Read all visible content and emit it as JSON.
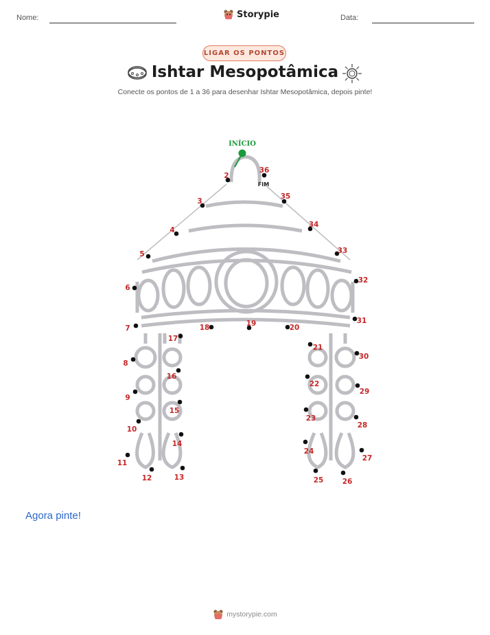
{
  "header": {
    "name_label": "Nome:",
    "date_label": "Data:",
    "brand": "Storypie"
  },
  "badge": "LIGAR OS PONTOS",
  "title": "Ishtar Mesopotâmica",
  "subtitle": "Conecte os pontos de 1 a 36 para desenhar Ishtar Mesopotâmica, depois pinte!",
  "puzzle": {
    "start_label": "INÍCIO",
    "end_label": "FIM",
    "point_count": 36,
    "start_color": "#1a9a3a",
    "dot_color": "#111111",
    "number_color": "#c62828",
    "outline_color": "#bdbdc2",
    "points": [
      "1",
      "2",
      "3",
      "4",
      "5",
      "6",
      "7",
      "8",
      "9",
      "10",
      "11",
      "12",
      "13",
      "14",
      "15",
      "16",
      "17",
      "18",
      "19",
      "20",
      "21",
      "22",
      "23",
      "24",
      "25",
      "26",
      "27",
      "28",
      "29",
      "30",
      "31",
      "32",
      "33",
      "34",
      "35",
      "36"
    ]
  },
  "now_color": "Agora pinte!",
  "footer": {
    "site": "mystorypie.com"
  },
  "icons": {
    "left_title_icon": "bracelet-icon",
    "right_title_icon": "sun-icon",
    "logo_icon": "bear-mascot-icon"
  }
}
